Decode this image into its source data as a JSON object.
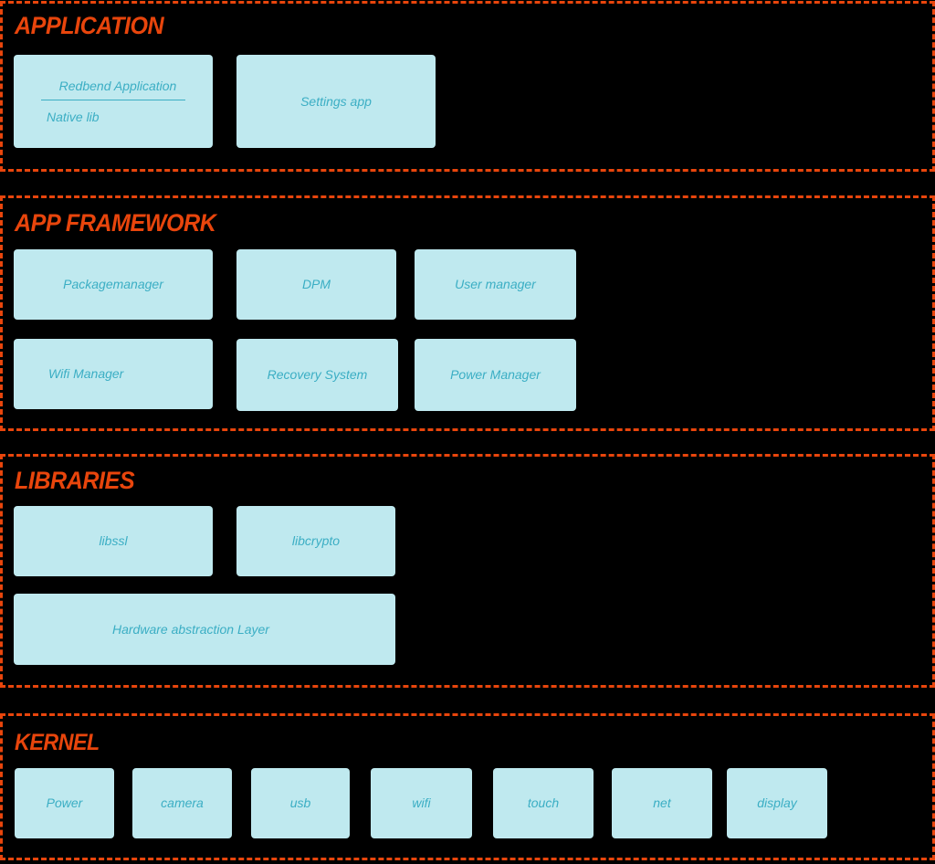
{
  "diagram": {
    "title_semantics": "android-software-stack-layers",
    "colors": {
      "background": "#000000",
      "layer_border": "#E8450C",
      "layer_title_text": "#E8450C",
      "block_fill": "#BFE9EF",
      "block_text": "#3BAEC4"
    }
  },
  "layers": [
    {
      "id": "application",
      "title": "APPLICATION",
      "blocks": [
        {
          "id": "redbend-application",
          "label": "Redbend Application",
          "sublabel": "Native lib",
          "has_divider": true
        },
        {
          "id": "settings-app",
          "label": "Settings app"
        }
      ]
    },
    {
      "id": "app-framework",
      "title": "APP FRAMEWORK",
      "blocks": [
        {
          "id": "packagemanager",
          "label": "Packagemanager"
        },
        {
          "id": "dpm",
          "label": "DPM"
        },
        {
          "id": "user-manager",
          "label": "User manager"
        },
        {
          "id": "wifi-manager",
          "label": "Wifi Manager"
        },
        {
          "id": "recovery-system",
          "label": "Recovery System"
        },
        {
          "id": "power-manager",
          "label": "Power Manager"
        }
      ]
    },
    {
      "id": "libraries",
      "title": "LIBRARIES",
      "blocks": [
        {
          "id": "libssl",
          "label": "libssl"
        },
        {
          "id": "libcrypto",
          "label": "libcrypto"
        },
        {
          "id": "hardware-abstraction-layer",
          "label": "Hardware abstraction Layer"
        }
      ]
    },
    {
      "id": "kernel",
      "title": "KERNEL",
      "blocks": [
        {
          "id": "power",
          "label": "Power"
        },
        {
          "id": "camera",
          "label": "camera"
        },
        {
          "id": "usb",
          "label": "usb"
        },
        {
          "id": "wifi",
          "label": "wifi"
        },
        {
          "id": "touch",
          "label": "touch"
        },
        {
          "id": "net",
          "label": "net"
        },
        {
          "id": "display",
          "label": "display"
        }
      ]
    }
  ]
}
